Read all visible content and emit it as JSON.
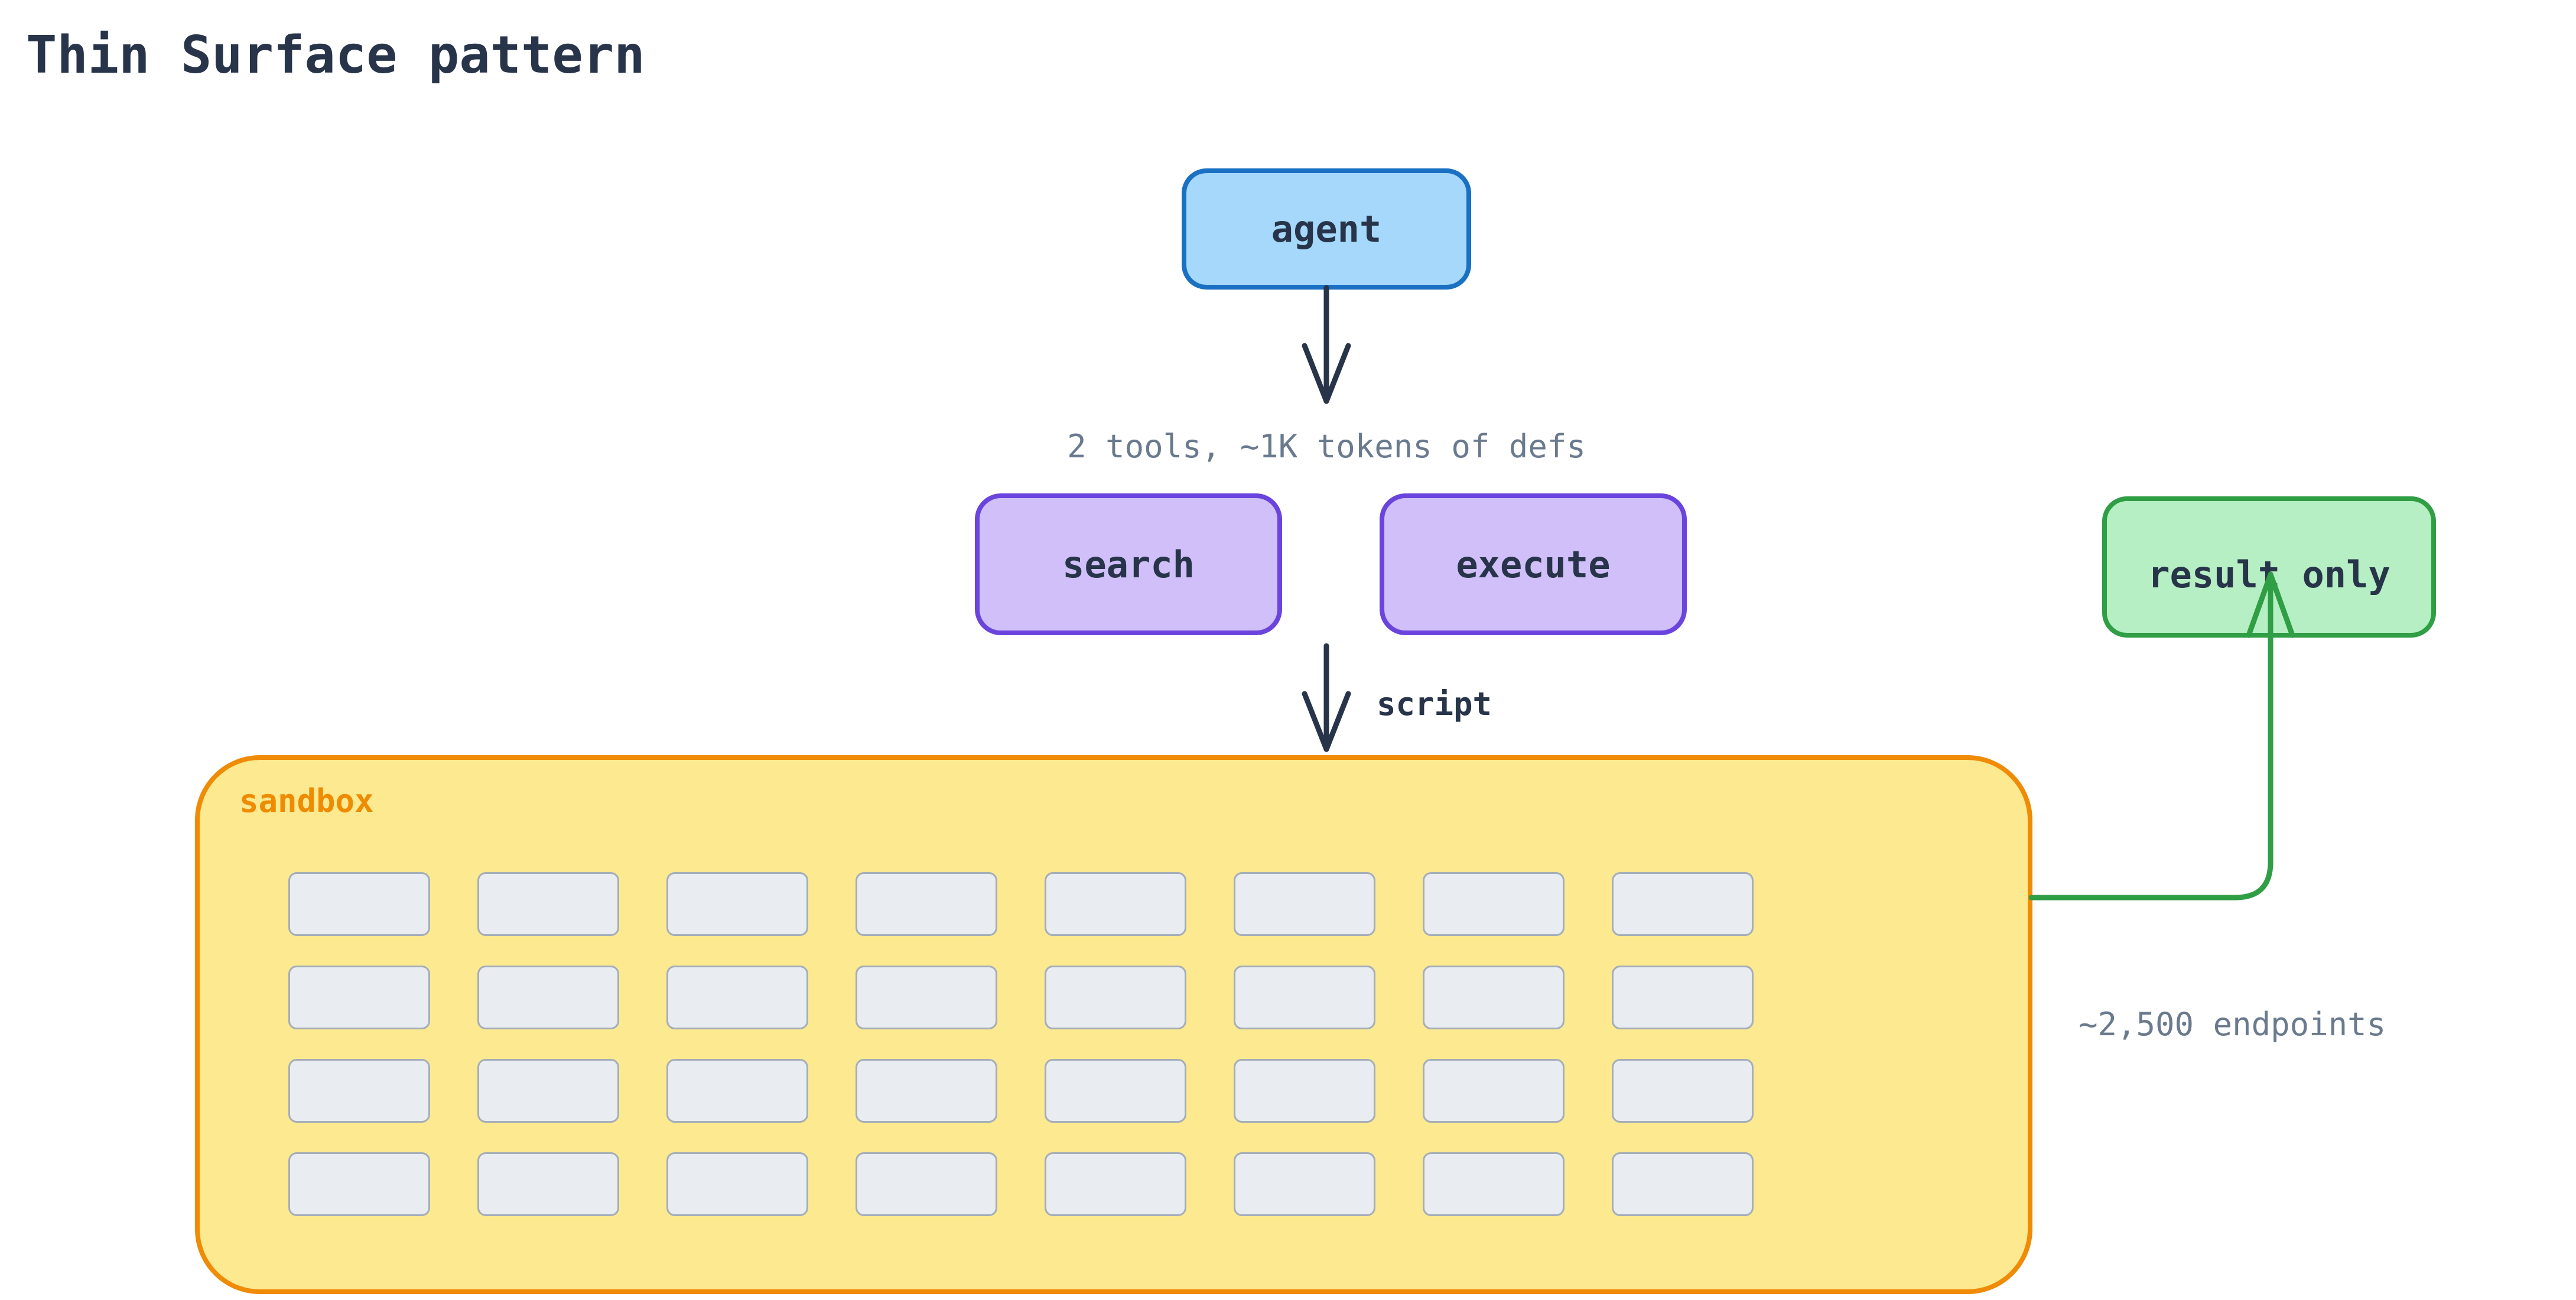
{
  "title": "Thin Surface pattern",
  "diagram": {
    "agent": {
      "label": "agent"
    },
    "search": {
      "label": "search"
    },
    "execute": {
      "label": "execute"
    },
    "result": {
      "label": "result only"
    },
    "sandbox": {
      "label": "sandbox",
      "grid": {
        "rows": 4,
        "cols": 8
      }
    },
    "annotations": {
      "tools": "2 tools, ~1K tokens of defs",
      "script": "script",
      "endpoints": "~2,500 endpoints"
    }
  },
  "colors": {
    "text_dark": "#273449",
    "text_gray": "#6a7a8e",
    "agent_fill": "#a5d8fa",
    "agent_border": "#1a70c2",
    "tool_fill": "#d0bff8",
    "tool_border": "#6a44dd",
    "result_fill": "#b6efc3",
    "result_border": "#2f9e44",
    "sandbox_fill": "#fde990",
    "sandbox_border": "#ef8b05",
    "sandbox_label": "#ee8b00",
    "cell_fill": "#e9edf1",
    "cell_border": "#a4aeb9",
    "arrow_dark": "#273449",
    "arrow_green": "#2f9e44",
    "background": "#ffffff"
  }
}
